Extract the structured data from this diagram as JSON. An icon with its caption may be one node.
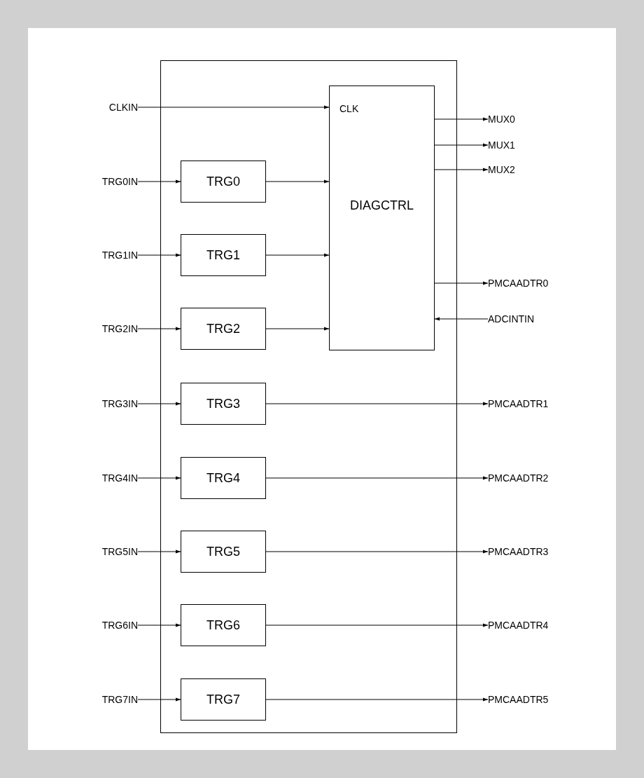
{
  "diagram": {
    "nodes": [
      {
        "text": [],
        "shape": "box"
      },
      {
        "text": [
          "CLKIN"
        ]
      },
      {
        "text": [
          "CLK",
          "DIAGCTRL"
        ],
        "in": 0
      },
      {
        "text": [
          "MUX0"
        ]
      },
      {
        "text": [
          "MUX1"
        ]
      },
      {
        "text": [
          "MUX2"
        ]
      },
      {
        "text": [
          "TRG0IN"
        ]
      },
      {
        "text": [
          "TRG0"
        ],
        "in": 0
      },
      {
        "text": [
          "TRG1IN"
        ]
      },
      {
        "text": [
          "TRG1"
        ],
        "in": 0
      },
      {
        "text": [
          "TRG2IN"
        ]
      },
      {
        "text": [
          "TRG2"
        ],
        "in": 0
      },
      {
        "text": [
          "PMCAADTR0"
        ]
      },
      {
        "text": [
          "ADCINTIN"
        ]
      },
      {
        "text": [
          "TRG3IN"
        ]
      },
      {
        "text": [
          "TRG3"
        ],
        "in": 0
      },
      {
        "text": [
          "PMCAADTR1"
        ]
      },
      {
        "text": [
          "TRG4IN"
        ]
      },
      {
        "text": [
          "TRG4"
        ],
        "in": 0
      },
      {
        "text": [
          "PMCAADTR2"
        ]
      },
      {
        "text": [
          "TRG5IN"
        ]
      },
      {
        "text": [
          "TRG5"
        ],
        "in": 0
      },
      {
        "text": [
          "PMCAADTR3"
        ]
      },
      {
        "text": [
          "TRG6IN"
        ]
      },
      {
        "text": [
          "TRG6"
        ],
        "in": 0
      },
      {
        "text": [
          "PMCAADTR4"
        ]
      },
      {
        "text": [
          "TRG7IN"
        ]
      },
      {
        "text": [
          "TRG7"
        ],
        "in": 0
      },
      {
        "text": [
          "PMCAADTR5"
        ]
      }
    ],
    "edges": [
      {
        "from": 1,
        "to": 2,
        "arrow": "to"
      },
      {
        "from": 2,
        "to": 3,
        "arrow": "to"
      },
      {
        "from": 2,
        "to": 4,
        "arrow": "to"
      },
      {
        "from": 2,
        "to": 5,
        "arrow": "to"
      },
      {
        "from": 6,
        "to": 7,
        "arrow": "to"
      },
      {
        "from": 7,
        "to": 2,
        "arrow": "to"
      },
      {
        "from": 8,
        "to": 9,
        "arrow": "to"
      },
      {
        "from": 9,
        "to": 2,
        "arrow": "to"
      },
      {
        "from": 10,
        "to": 11,
        "arrow": "to"
      },
      {
        "from": 11,
        "to": 2,
        "arrow": "to"
      },
      {
        "from": 2,
        "to": 12,
        "arrow": "to"
      },
      {
        "from": 13,
        "to": 2,
        "arrow": "to"
      },
      {
        "from": 14,
        "to": 15,
        "arrow": "to"
      },
      {
        "from": 15,
        "to": 16,
        "arrow": "to"
      },
      {
        "from": 17,
        "to": 18,
        "arrow": "to"
      },
      {
        "from": 18,
        "to": 19,
        "arrow": "to"
      },
      {
        "from": 20,
        "to": 21,
        "arrow": "to"
      },
      {
        "from": 21,
        "to": 22,
        "arrow": "to"
      },
      {
        "from": 23,
        "to": 24,
        "arrow": "to"
      },
      {
        "from": 24,
        "to": 25,
        "arrow": "to"
      },
      {
        "from": 26,
        "to": 27,
        "arrow": "to"
      },
      {
        "from": 27,
        "to": 28,
        "arrow": "to"
      }
    ]
  }
}
